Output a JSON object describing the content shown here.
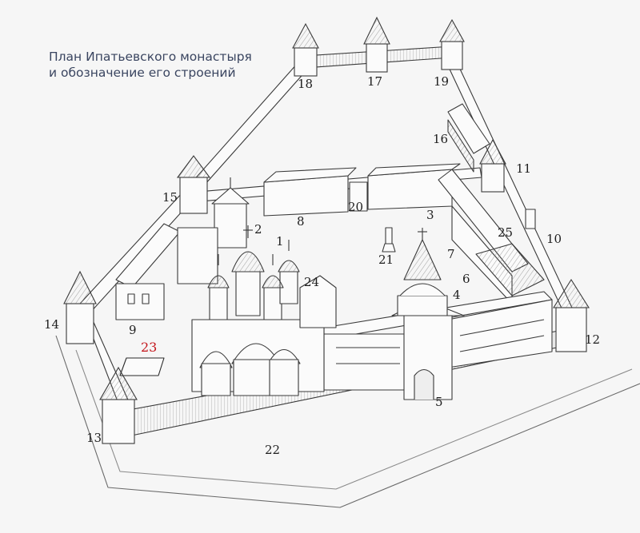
{
  "title": {
    "line1": "План Ипатьевского монастыря",
    "line2": "и обозначение его строений"
  },
  "colors": {
    "ink": "#3a3a3a",
    "paper": "#f6f6f6",
    "label": "#1e1e1e",
    "highlight": "#c4161c",
    "title": "#3a4560"
  },
  "labels": [
    "1",
    "2",
    "3",
    "4",
    "5",
    "6",
    "7",
    "8",
    "9",
    "10",
    "11",
    "12",
    "13",
    "14",
    "15",
    "16",
    "17",
    "18",
    "19",
    "20",
    "21",
    "22",
    "23",
    "24",
    "25"
  ],
  "highlighted_label": "23"
}
